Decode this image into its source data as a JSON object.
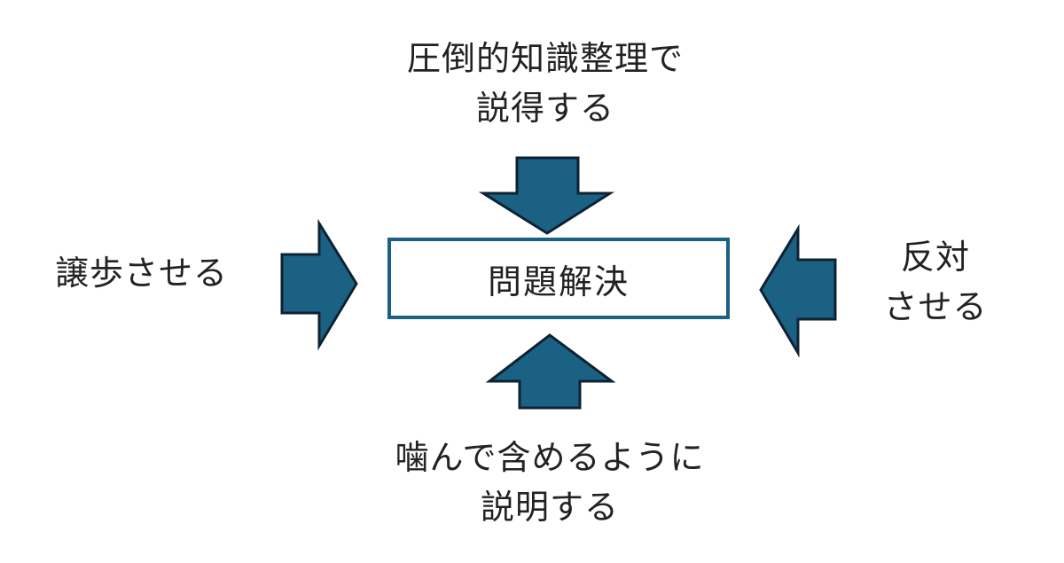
{
  "diagram": {
    "center": {
      "label": "問題解決"
    },
    "top": {
      "lines": [
        "圧倒的知識整理で",
        "説得する"
      ]
    },
    "left": {
      "lines": [
        "譲歩させる"
      ]
    },
    "right": {
      "lines": [
        "反対",
        "させる"
      ]
    },
    "bottom": {
      "lines": [
        "噛んで含めるように",
        "説明する"
      ]
    }
  },
  "colors": {
    "arrow_fill": "#1b6184",
    "arrow_stroke": "#0d2233",
    "box_border": "#1b6184"
  }
}
